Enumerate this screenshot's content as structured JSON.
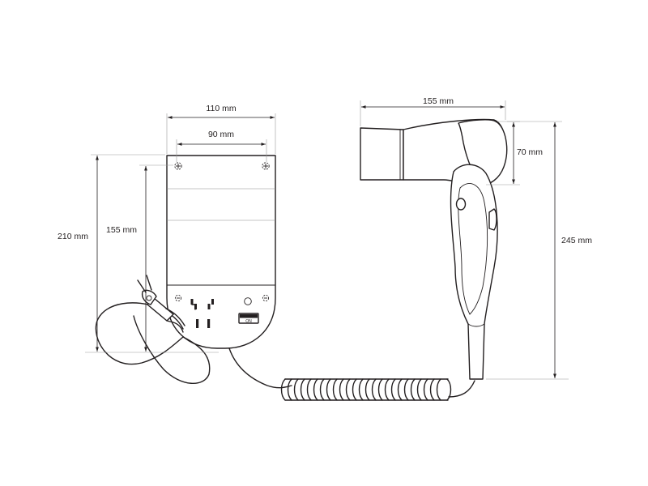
{
  "dimensions": {
    "holder_outer_width": "110 mm",
    "holder_hole_spacing": "90 mm",
    "holder_height": "210 mm",
    "holder_hole_to_base": "155 mm",
    "dryer_length": "155 mm",
    "dryer_nozzle_height": "70 mm",
    "dryer_height": "245 mm"
  },
  "switch_label": "ON",
  "colors": {
    "line": "#231f20",
    "background": "#ffffff"
  }
}
